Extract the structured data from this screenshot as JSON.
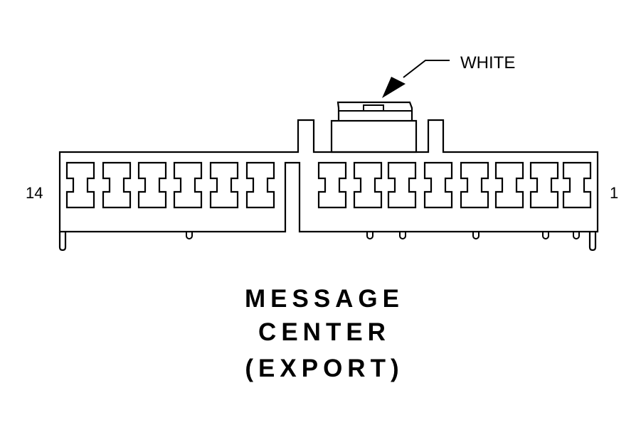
{
  "connector": {
    "name_lines": [
      "MESSAGE",
      "CENTER",
      "(EXPORT)"
    ],
    "color_label": "WHITE",
    "pin_left_label": "14",
    "pin_right_label": "1",
    "cavity_count": 14
  }
}
